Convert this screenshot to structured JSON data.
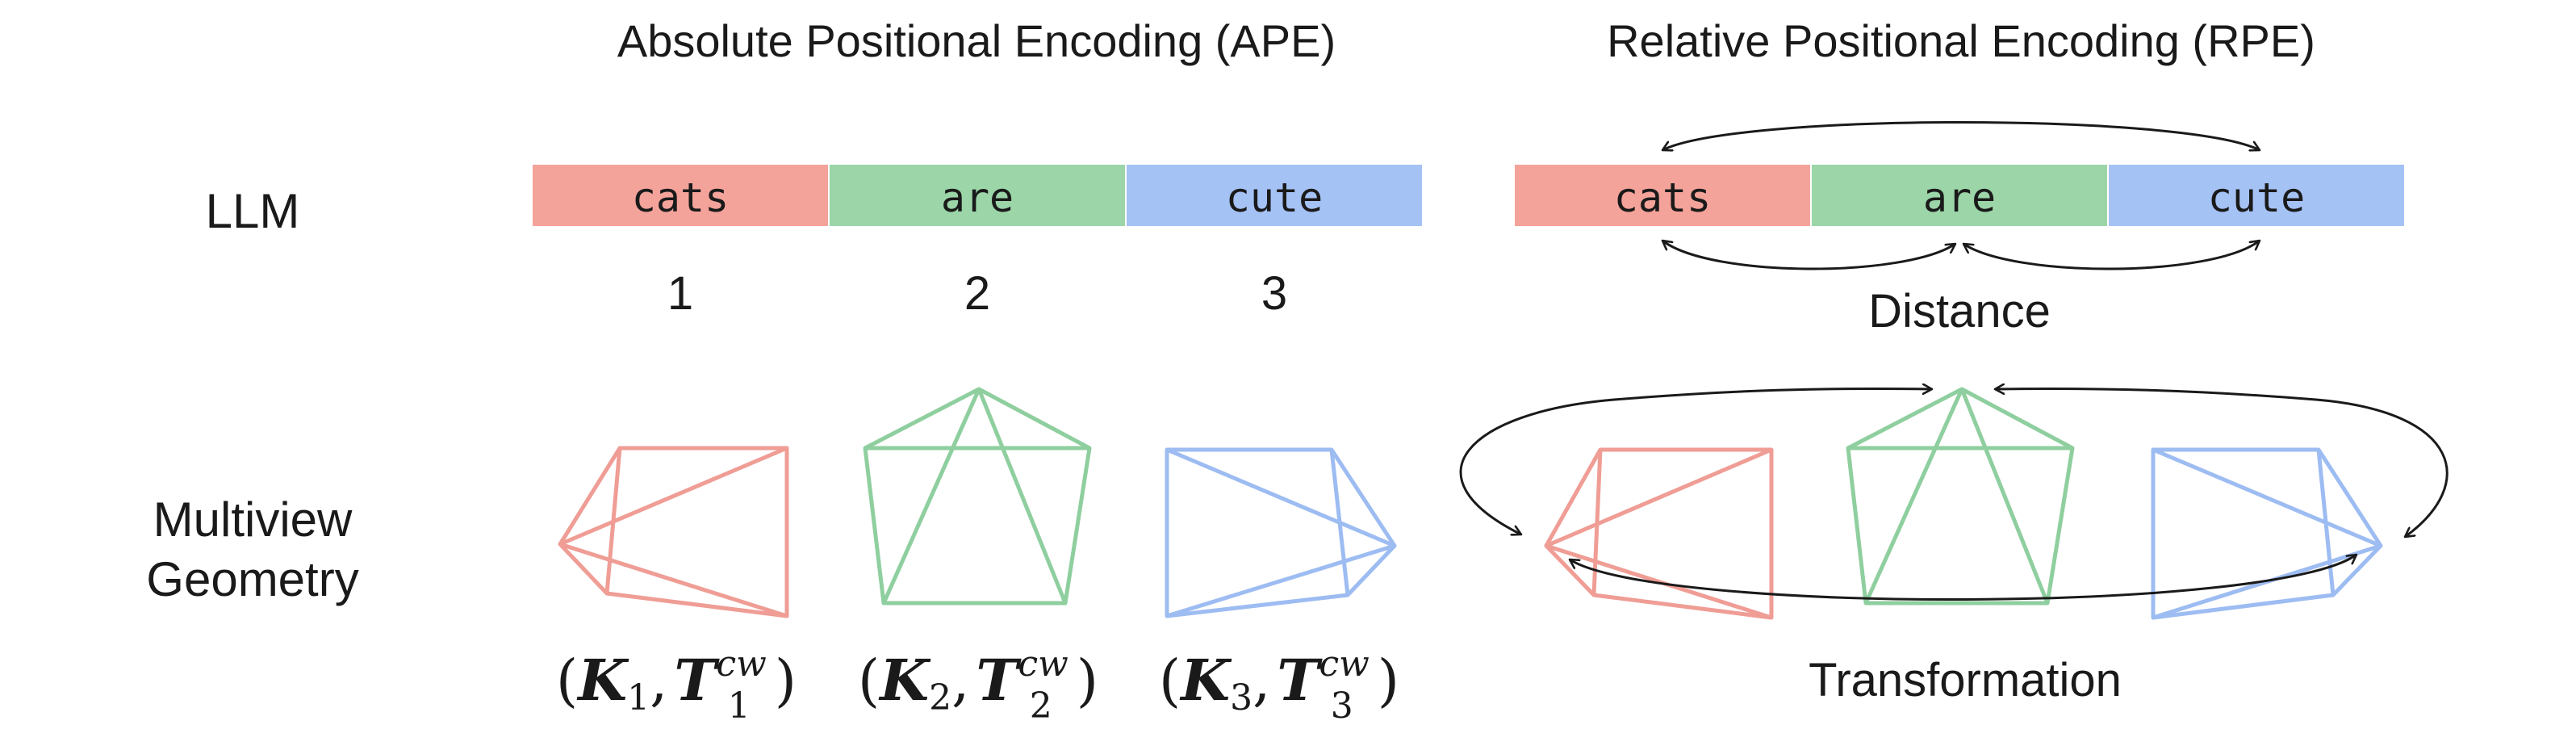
{
  "titles": {
    "ape": "Absolute Positional Encoding (APE)",
    "rpe": "Relative Positional Encoding (RPE)"
  },
  "rows": {
    "llm": "LLM",
    "geometry_line1": "Multiview",
    "geometry_line2": "Geometry"
  },
  "tokens": [
    "cats",
    "are",
    "cute"
  ],
  "positions": [
    "1",
    "2",
    "3"
  ],
  "rpe_labels": {
    "distance": "Distance",
    "transformation": "Transformation"
  },
  "camera_params": [
    {
      "open": "(",
      "K": "K",
      "sub": "1",
      "comma": ",",
      "T": "T",
      "sup": "cw",
      "close": ")"
    },
    {
      "open": "(",
      "K": "K",
      "sub": "2",
      "comma": ",",
      "T": "T",
      "sup": "cw",
      "close": ")"
    },
    {
      "open": "(",
      "K": "K",
      "sub": "3",
      "comma": ",",
      "T": "T",
      "sup": "cw",
      "close": ")"
    }
  ],
  "colors": {
    "red": "#f4a39a",
    "green": "#9bd5a8",
    "blue": "#a5c2f5",
    "red_stroke": "#ef9d95",
    "green_stroke": "#8fcf9f",
    "blue_stroke": "#9dbcf2"
  }
}
